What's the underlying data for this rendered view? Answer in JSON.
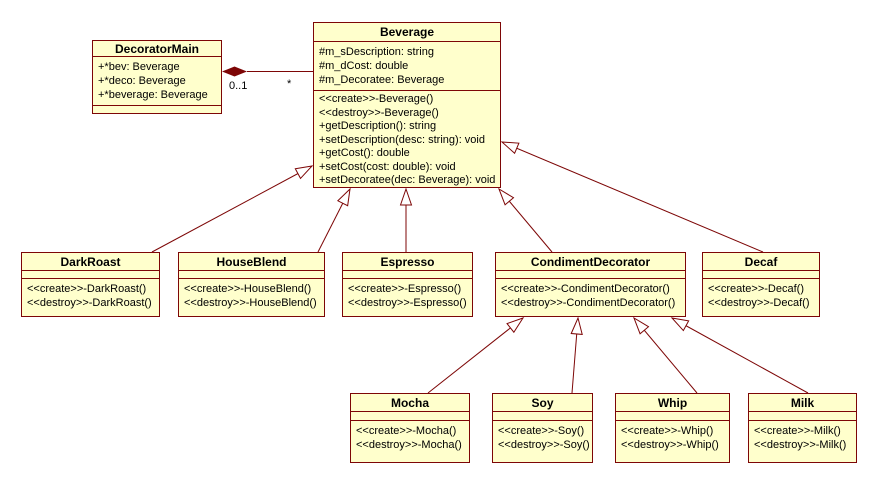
{
  "classes": [
    {
      "name": "DecoratorMain",
      "attributes": [
        "+*bev: Beverage",
        "+*deco: Beverage",
        "+*beverage: Beverage"
      ],
      "methods": []
    },
    {
      "name": "Beverage",
      "attributes": [
        "#m_sDescription: string",
        "#m_dCost: double",
        "#m_Decoratee: Beverage"
      ],
      "methods": [
        "<<create>>-Beverage()",
        "<<destroy>>-Beverage()",
        "+getDescription(): string",
        "+setDescription(desc: string): void",
        "+getCost(): double",
        "+setCost(cost: double): void",
        "+setDecoratee(dec: Beverage): void"
      ]
    },
    {
      "name": "DarkRoast",
      "attributes": [],
      "methods": [
        "<<create>>-DarkRoast()",
        "<<destroy>>-DarkRoast()"
      ]
    },
    {
      "name": "HouseBlend",
      "attributes": [],
      "methods": [
        "<<create>>-HouseBlend()",
        "<<destroy>>-HouseBlend()"
      ]
    },
    {
      "name": "Espresso",
      "attributes": [],
      "methods": [
        "<<create>>-Espresso()",
        "<<destroy>>-Espresso()"
      ]
    },
    {
      "name": "CondimentDecorator",
      "attributes": [],
      "methods": [
        "<<create>>-CondimentDecorator()",
        "<<destroy>>-CondimentDecorator()"
      ]
    },
    {
      "name": "Decaf",
      "attributes": [],
      "methods": [
        "<<create>>-Decaf()",
        "<<destroy>>-Decaf()"
      ]
    },
    {
      "name": "Mocha",
      "attributes": [],
      "methods": [
        "<<create>>-Mocha()",
        "<<destroy>>-Mocha()"
      ]
    },
    {
      "name": "Soy",
      "attributes": [],
      "methods": [
        "<<create>>-Soy()",
        "<<destroy>>-Soy()"
      ]
    },
    {
      "name": "Whip",
      "attributes": [],
      "methods": [
        "<<create>>-Whip()",
        "<<destroy>>-Whip()"
      ]
    },
    {
      "name": "Milk",
      "attributes": [],
      "methods": [
        "<<create>>-Milk()",
        "<<destroy>>-Milk()"
      ]
    }
  ],
  "association": {
    "type": "composition",
    "from": "DecoratorMain",
    "to": "Beverage",
    "from_multiplicity": "0..1",
    "to_multiplicity": "*"
  },
  "generalizations": [
    {
      "child": "DarkRoast",
      "parent": "Beverage"
    },
    {
      "child": "HouseBlend",
      "parent": "Beverage"
    },
    {
      "child": "Espresso",
      "parent": "Beverage"
    },
    {
      "child": "CondimentDecorator",
      "parent": "Beverage"
    },
    {
      "child": "Decaf",
      "parent": "Beverage"
    },
    {
      "child": "Mocha",
      "parent": "CondimentDecorator"
    },
    {
      "child": "Soy",
      "parent": "CondimentDecorator"
    },
    {
      "child": "Whip",
      "parent": "CondimentDecorator"
    },
    {
      "child": "Milk",
      "parent": "CondimentDecorator"
    }
  ],
  "colors": {
    "box_fill": "#FFFFCC",
    "line": "#7D0606",
    "text": "#000000",
    "background": "#FFFFFF"
  }
}
